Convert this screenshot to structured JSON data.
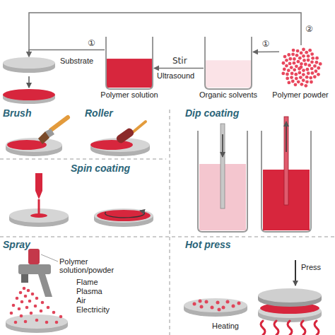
{
  "diagram": {
    "nodes": [
      {
        "text": [
          "Substrate"
        ]
      },
      {
        "text": [
          "Polymer solution"
        ]
      },
      {
        "text": [
          "Organic solvents"
        ]
      },
      {
        "text": [
          "Polymer powder"
        ]
      }
    ],
    "edges": [
      {
        "from": 1,
        "to": 0,
        "label": "①",
        "arrow": "to"
      },
      {
        "from": 2,
        "to": 1,
        "label": "Stir",
        "arrow": "to"
      },
      {
        "from": 3,
        "to": 2,
        "label": "①",
        "arrow": "to"
      },
      {
        "from": 3,
        "to": 0,
        "label": "②",
        "arrow": "to"
      }
    ],
    "labels": [
      "Ultrasound",
      "Brush",
      "Roller",
      "Dip coating",
      "Spin coating",
      "Spray",
      "Polymer solution/powder",
      "Flame",
      "Plasma",
      "Air",
      "Electricity",
      "Hot press",
      "Press",
      "Heating"
    ]
  }
}
